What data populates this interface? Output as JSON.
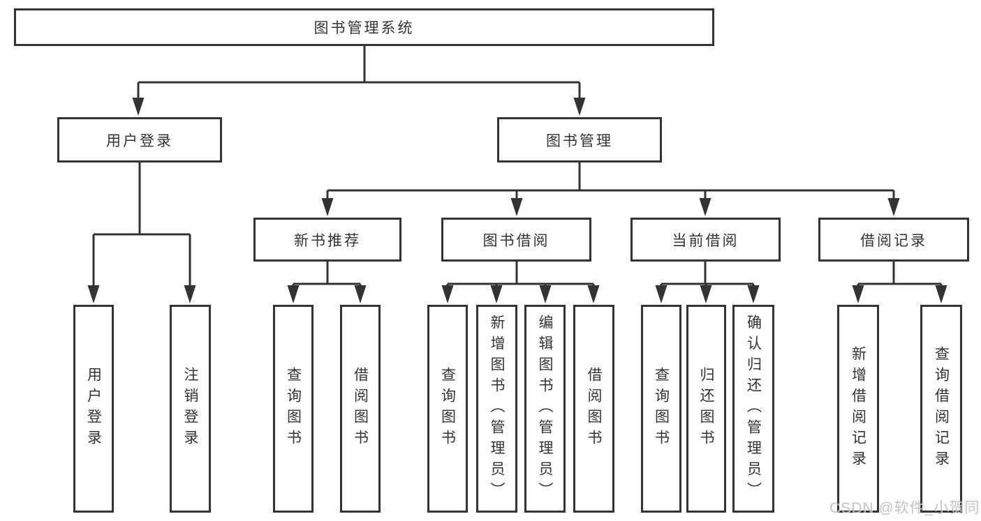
{
  "watermark": "CSDN @软件_小贺同学",
  "colors": {
    "line": "#333333",
    "text": "#333333",
    "box_background": "#ffffff",
    "watermark_text": "#a4989b"
  },
  "nodes": {
    "root": {
      "label": "图书管理系统"
    },
    "user_login": {
      "label": "用户登录"
    },
    "book_mgmt": {
      "label": "图书管理"
    },
    "new_book": {
      "label": "新书推荐"
    },
    "book_borrow": {
      "label": "图书借阅"
    },
    "cur_borrow": {
      "label": "当前借阅"
    },
    "borrow_record": {
      "label": "借阅记录"
    },
    "leaf_user_login": {
      "label": "用户登录"
    },
    "leaf_logout": {
      "label": "注销登录"
    },
    "leaf_nb_query": {
      "label": "查询图书"
    },
    "leaf_nb_borrow": {
      "label": "借阅图书"
    },
    "leaf_bb_query": {
      "label": "查询图书"
    },
    "leaf_bb_add": {
      "label": "新增图书（管理员）"
    },
    "leaf_bb_edit": {
      "label": "编辑图书（管理员）"
    },
    "leaf_bb_borrow": {
      "label": "借阅图书"
    },
    "leaf_cb_query": {
      "label": "查询图书"
    },
    "leaf_cb_return": {
      "label": "归还图书"
    },
    "leaf_cb_confirm": {
      "label": "确认归还（管理员）"
    },
    "leaf_br_add": {
      "label": "新增借阅记录"
    },
    "leaf_br_query": {
      "label": "查询借阅记录"
    }
  }
}
